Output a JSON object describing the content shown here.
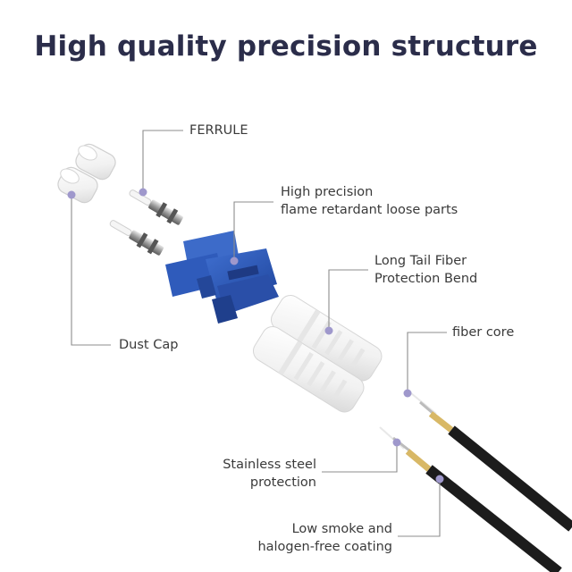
{
  "title": "High quality precision structure",
  "labels": {
    "ferrule": "FERRULE",
    "loose_parts_line1": "High precision",
    "loose_parts_line2": "flame retardant loose parts",
    "boot_line1": "Long Tail Fiber",
    "boot_line2": "Protection Bend",
    "fiber_core": "fiber core",
    "dust_cap": "Dust Cap",
    "steel_line1": "Stainless steel",
    "steel_line2": "protection",
    "coating_line1": "Low smoke and",
    "coating_line2": "halogen-free coating"
  },
  "colors": {
    "title": "#2b2d4a",
    "connector_body": "#2e57b5",
    "cable_jacket": "#1c1c1c",
    "fiber_buffer": "#d8b866",
    "leader_line": "#8c8c8c",
    "leader_dot": "#9f98cc"
  }
}
